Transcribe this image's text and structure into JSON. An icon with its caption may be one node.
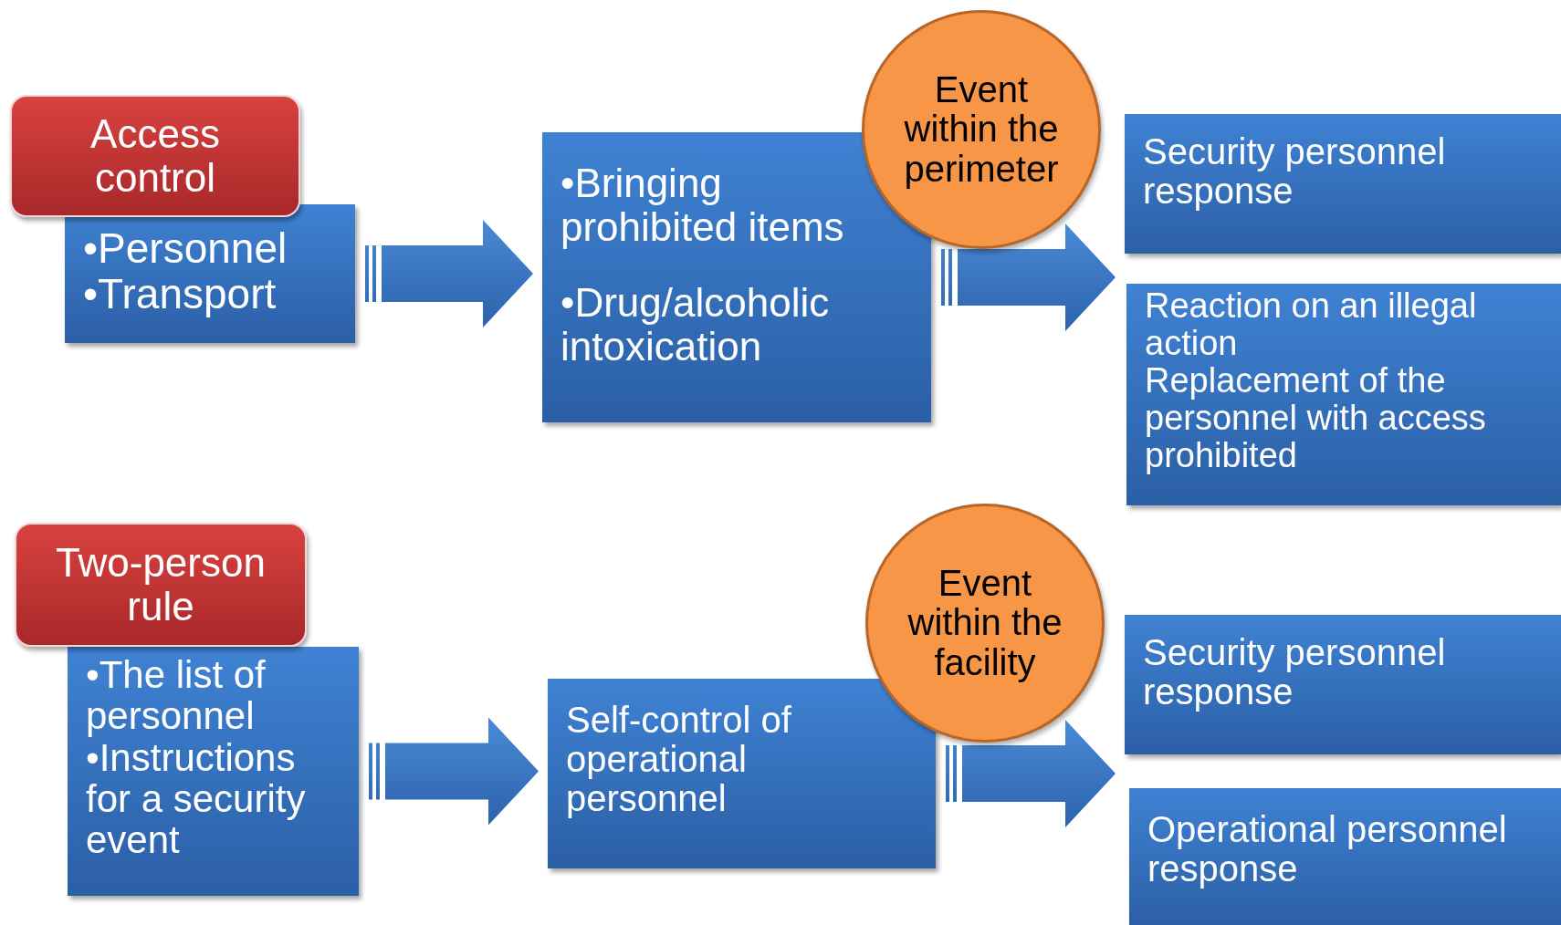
{
  "diagram": {
    "nodes": [
      {
        "text": [
          "Access control"
        ]
      },
      {
        "text": [
          "•Personnel",
          "•Transport"
        ]
      },
      {
        "text": [
          "•Bringing prohibited items",
          "•Drug/alcoholic intoxication"
        ]
      },
      {
        "text": [
          "Event within the perimeter"
        ]
      },
      {
        "text": [
          "Security personnel response"
        ]
      },
      {
        "text": [
          "Reaction on an illegal action",
          "Replacement of the personnel with access prohibited"
        ]
      },
      {
        "text": [
          "Two-person rule"
        ]
      },
      {
        "text": [
          "•The list of personnel",
          "•Instructions for a security event"
        ]
      },
      {
        "text": [
          "Self-control of operational personnel"
        ]
      },
      {
        "text": [
          "Event within the facility"
        ]
      },
      {
        "text": [
          "Security personnel response"
        ]
      },
      {
        "text": [
          "Operational personnel response"
        ]
      }
    ],
    "edges": [
      {
        "from": 1,
        "to": 2,
        "arrow": "to"
      },
      {
        "from": 2,
        "to": 4,
        "arrow": "to"
      },
      {
        "from": 2,
        "to": 5,
        "arrow": "to"
      },
      {
        "from": 7,
        "to": 8,
        "arrow": "to"
      },
      {
        "from": 8,
        "to": 10,
        "arrow": "to"
      },
      {
        "from": 8,
        "to": 11,
        "arrow": "to"
      }
    ]
  }
}
